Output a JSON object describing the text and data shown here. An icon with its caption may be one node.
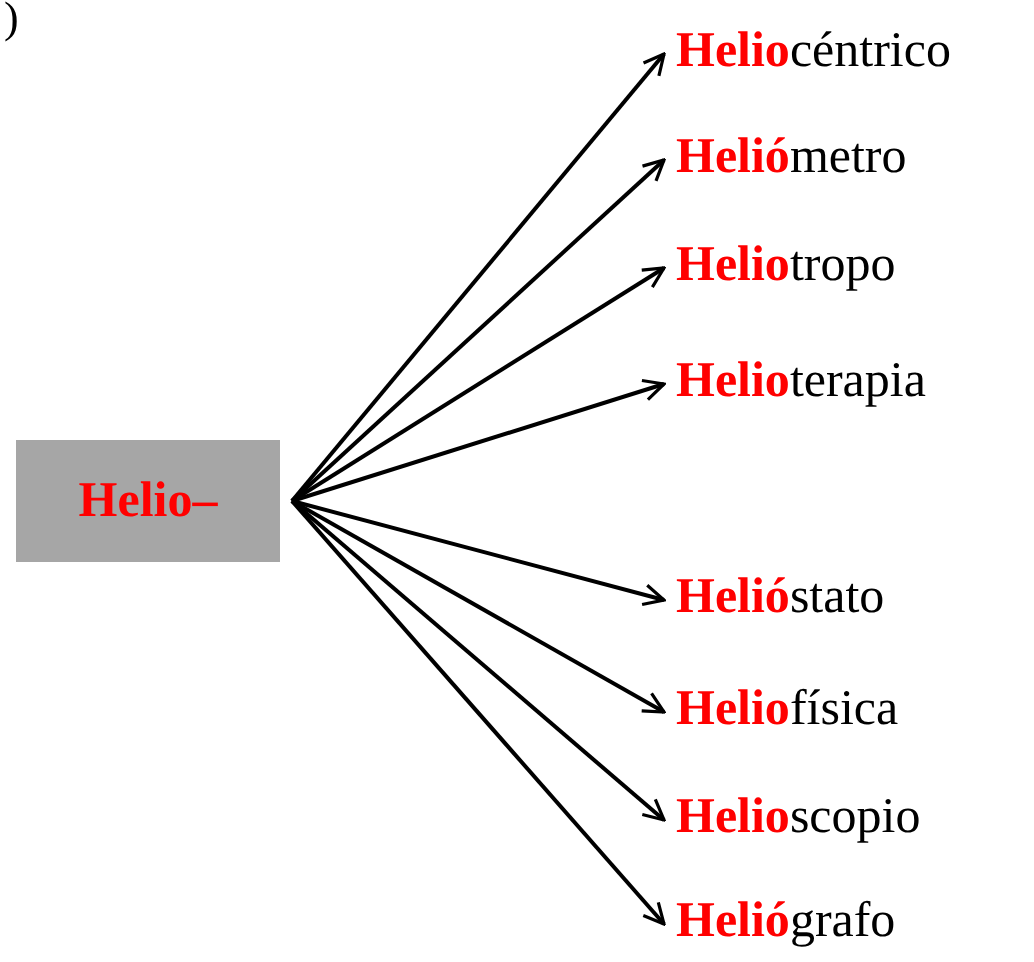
{
  "diagram": {
    "nodes": [
      {
        "text": [
          "Helio–"
        ]
      },
      {
        "text": [
          "**Helio**céntrico"
        ]
      },
      {
        "text": [
          "**Helió**metro"
        ]
      },
      {
        "text": [
          "**Helio**tropo"
        ]
      },
      {
        "text": [
          "**Helio**terapia"
        ]
      },
      {
        "text": [
          "**Helió**stato"
        ]
      },
      {
        "text": [
          "**Helio**física"
        ]
      },
      {
        "text": [
          "**Helio**scopio"
        ]
      },
      {
        "text": [
          "**Helió**grafo"
        ]
      }
    ],
    "edges": [
      {
        "from": 0,
        "to": 1,
        "arrow": "to"
      },
      {
        "from": 0,
        "to": 2,
        "arrow": "to"
      },
      {
        "from": 0,
        "to": 3,
        "arrow": "to"
      },
      {
        "from": 0,
        "to": 4,
        "arrow": "to"
      },
      {
        "from": 0,
        "to": 5,
        "arrow": "to"
      },
      {
        "from": 0,
        "to": 6,
        "arrow": "to"
      },
      {
        "from": 0,
        "to": 7,
        "arrow": "to"
      },
      {
        "from": 0,
        "to": 8,
        "arrow": "to"
      }
    ],
    "labels": [
      ")"
    ]
  }
}
